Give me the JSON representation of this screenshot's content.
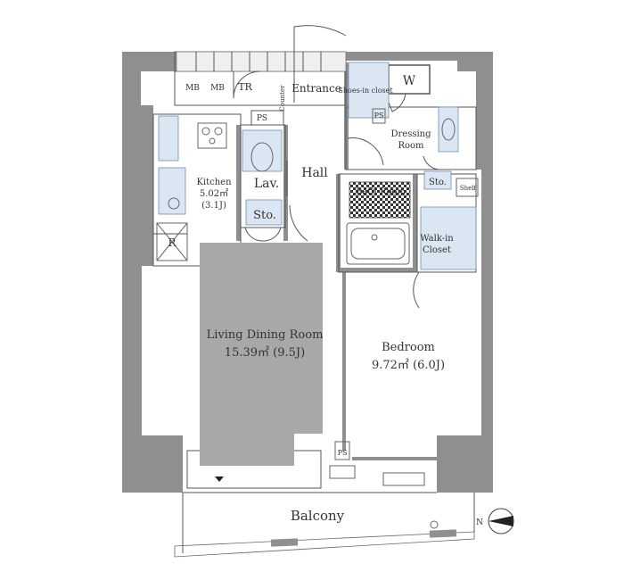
{
  "colors": {
    "wall": "#8f8f8f",
    "living_floor": "#a8a8a8",
    "fixture_blue": "#dbe6f3",
    "line": "#555555"
  },
  "rooms": {
    "mb1": "MB",
    "mb2": "MB",
    "tr": "TR",
    "counter": "Counter",
    "entrance": "Entrance",
    "shoes_in_closet": "Shoes-in closet",
    "ps_entry": "PS",
    "w": "W",
    "dressing_room": [
      "Dressing",
      "Room"
    ],
    "ps_top": "PS",
    "lav": "Lav.",
    "hall": "Hall",
    "kitchen": [
      "Kitchen",
      "5.02㎡",
      "(3.1J)"
    ],
    "sto_lav": "Sto.",
    "r": "R",
    "bath_room": "Bath Room",
    "sto_right": "Sto.",
    "shelf": "Shelf",
    "walk_in_closet": [
      "Walk-in",
      "Closet"
    ],
    "living": [
      "Living Dining Room",
      "15.39㎡ (9.5J)"
    ],
    "bedroom": [
      "Bedroom",
      "9.72㎡ (6.0J)"
    ],
    "ps_bottom": "PS",
    "balcony": "Balcony",
    "compass": "N"
  },
  "icons": [
    "compass-north-arrow-icon",
    "triangle-marker-icon",
    "door-swing-icon"
  ]
}
